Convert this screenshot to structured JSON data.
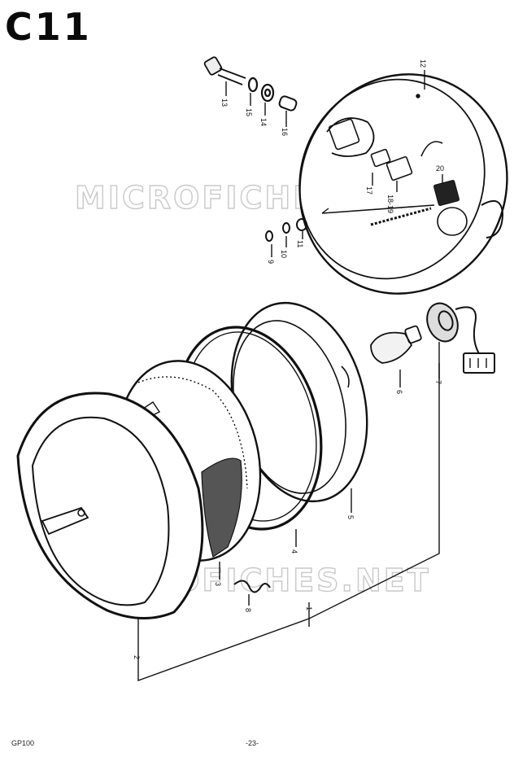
{
  "diagram": {
    "title": "C11",
    "footer_model": "GP100",
    "footer_page": "-23-",
    "watermark": "MICROFICHES.NET",
    "callouts": {
      "c1": "1",
      "c2": "2",
      "c3": "3",
      "c4": "4",
      "c5": "5",
      "c6": "6",
      "c7": "7",
      "c8": "8",
      "c9": "9",
      "c10": "10",
      "c11": "11",
      "c12": "12",
      "c13": "13",
      "c14": "14",
      "c15": "15",
      "c16": "16",
      "c17": "17",
      "c18": "18-19",
      "c20": "20"
    }
  }
}
